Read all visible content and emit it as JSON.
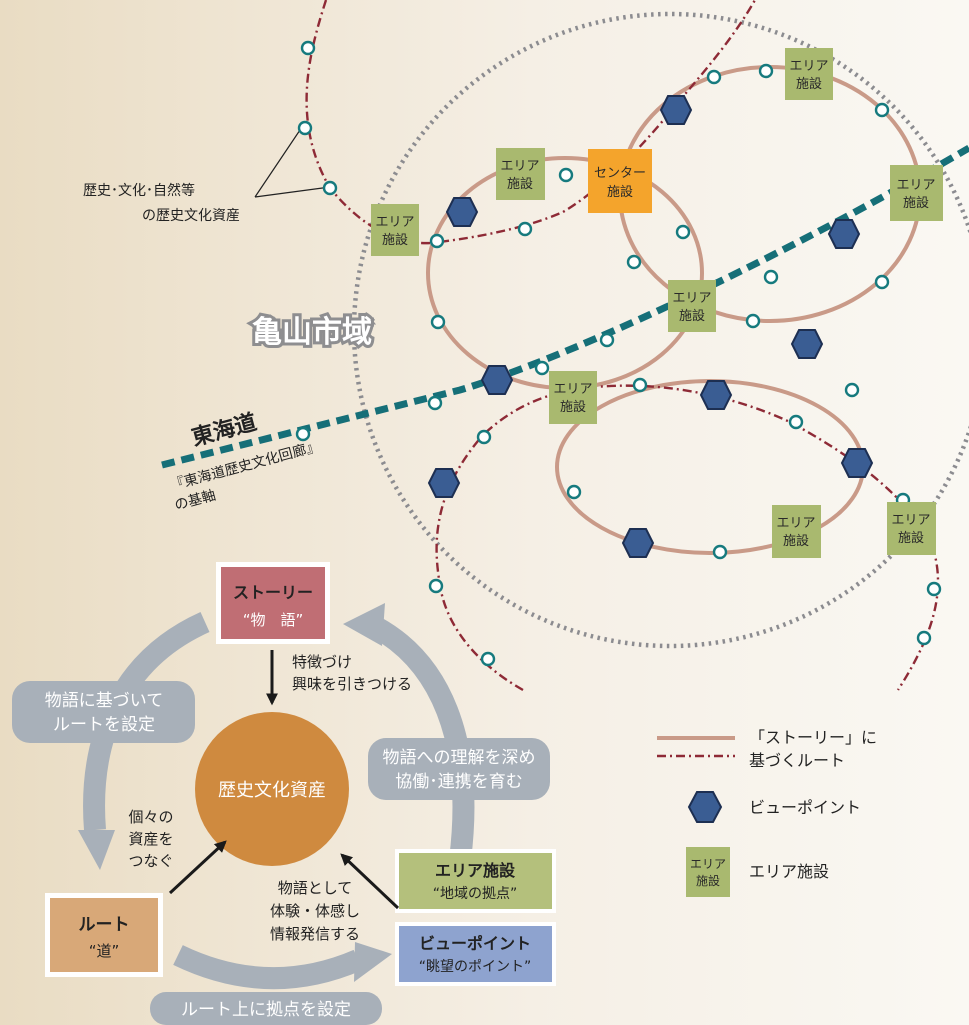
{
  "map": {
    "city_label": "亀山市域",
    "tokaido_label": "東海道",
    "axis_label_line1": "『東海道歴史文化回廊』",
    "axis_label_line2": "の基軸",
    "heritage_label_line1": "歴史･文化･自然等",
    "heritage_label_line2": "の歴史文化資産",
    "center_facility_line1": "センター",
    "center_facility_line2": "施設",
    "area_facility_line1": "エリア",
    "area_facility_line2": "施設"
  },
  "legend": {
    "story_route_line1": "「ストーリー」に",
    "story_route_line2": "基づくルート",
    "viewpoint": "ビューポイント",
    "area_facility": "エリア施設",
    "area_facility_icon_line1": "エリア",
    "area_facility_icon_line2": "施設"
  },
  "cycle": {
    "story_title": "ストーリー",
    "story_sub": "“物　語”",
    "center": "歴史文化資産",
    "route_title": "ルート",
    "route_sub": "“道”",
    "area_title": "エリア施設",
    "area_sub": "“地域の拠点”",
    "viewpoint_title": "ビューポイント",
    "viewpoint_sub": "“眺望のポイント”",
    "arrow_story_line1": "特徴づけ",
    "arrow_story_line2": "興味を引きつける",
    "arrow_route_line1": "個々の",
    "arrow_route_line2": "資産を",
    "arrow_route_line3": "つなぐ",
    "arrow_exp_line1": "物語として",
    "arrow_exp_line2": "体験・体感し",
    "arrow_exp_line3": "情報発信する",
    "pill_left_line1": "物語に基づいて",
    "pill_left_line2": "ルートを設定",
    "pill_right_line1": "物語への理解を深め",
    "pill_right_line2": "協働･連携を育む",
    "pill_bottom": "ルート上に拠点を設定"
  },
  "colors": {
    "story_ring": "#c99a88",
    "route_dash": "#8e2a36",
    "tokaido": "#166f78",
    "viewpoint_fill": "#3a5d93",
    "area_fill": "#a9b96f",
    "center_fill": "#f4a42c",
    "heritage_circle": "#cf8a3f",
    "story_box": "#c06e74",
    "route_box": "#d8a878",
    "viewpoint_box": "#8ea3cf",
    "pill": "#a8b0b9"
  }
}
